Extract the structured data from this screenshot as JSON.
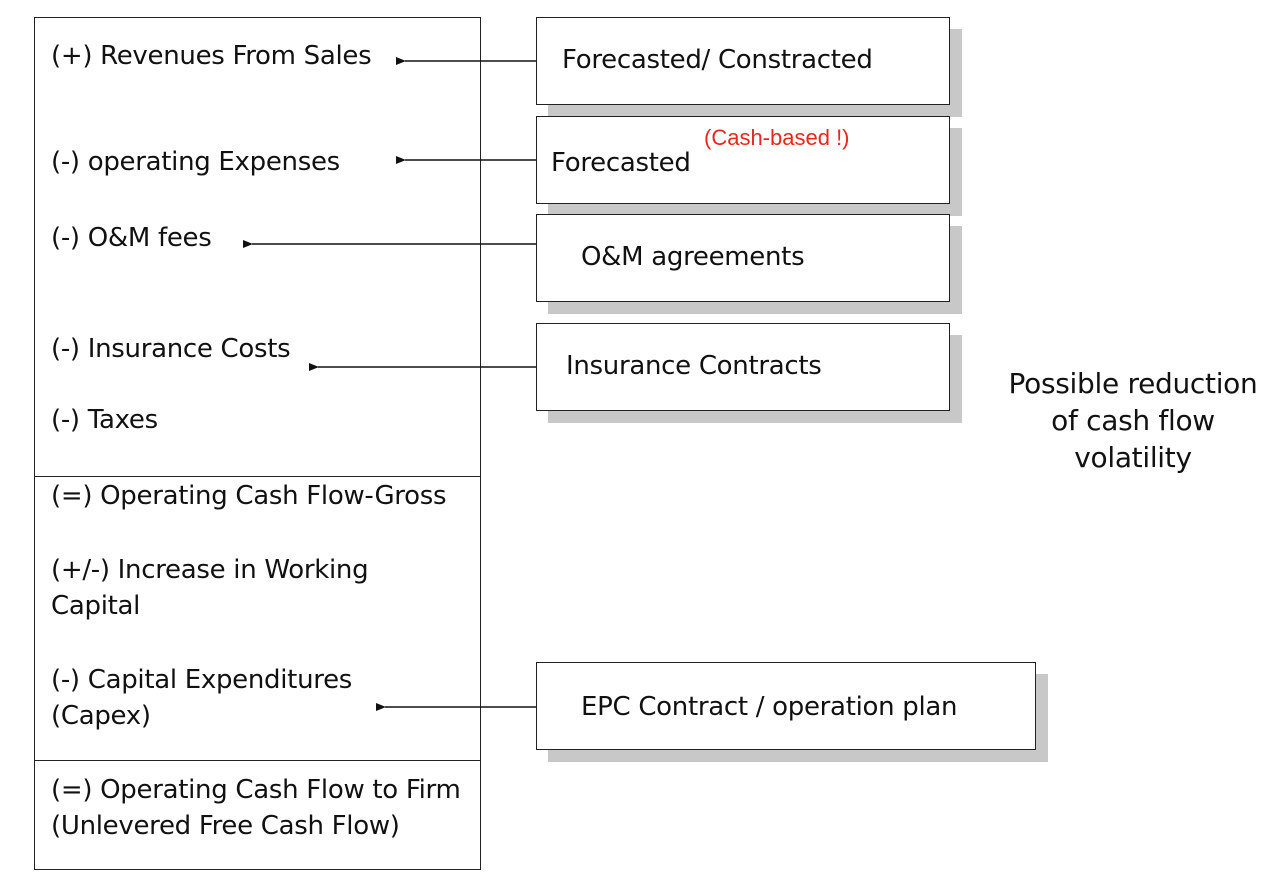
{
  "left_panel": {
    "items": [
      {
        "id": "revenues",
        "lines": [
          "(+) Revenues From Sales"
        ]
      },
      {
        "id": "opex",
        "lines": [
          "(-) operating Expenses"
        ]
      },
      {
        "id": "om-fees",
        "lines": [
          "(-) O&M fees"
        ]
      },
      {
        "id": "insurance",
        "lines": [
          "(-) Insurance Costs"
        ]
      },
      {
        "id": "taxes",
        "lines": [
          "(-) Taxes"
        ]
      },
      {
        "id": "ocf-gross",
        "lines": [
          "(=) Operating Cash Flow-Gross"
        ]
      },
      {
        "id": "working-capital",
        "lines": [
          "(+/-) Increase in Working",
          "Capital"
        ]
      },
      {
        "id": "capex",
        "lines": [
          "(-) Capital Expenditures",
          "(Capex)"
        ]
      },
      {
        "id": "ocf-firm",
        "lines": [
          "(=) Operating Cash Flow to Firm",
          "(Unlevered Free Cash Flow)"
        ]
      }
    ]
  },
  "sources": [
    {
      "id": "forecasted-contracted",
      "label": "Forecasted/ Constracted"
    },
    {
      "id": "forecasted",
      "label": "Forecasted"
    },
    {
      "id": "om-agreements",
      "label": "O&M agreements"
    },
    {
      "id": "insurance-contracts",
      "label": "Insurance Contracts"
    },
    {
      "id": "epc-contract",
      "label": "EPC Contract / operation plan"
    }
  ],
  "annotations": {
    "cash_based": "(Cash-based !)",
    "volatility": [
      "Possible reduction",
      "of cash flow",
      "volatility"
    ]
  },
  "colors": {
    "annotation_red": "#e8281e",
    "shadow": "#c8c8c8",
    "line": "#222222"
  }
}
